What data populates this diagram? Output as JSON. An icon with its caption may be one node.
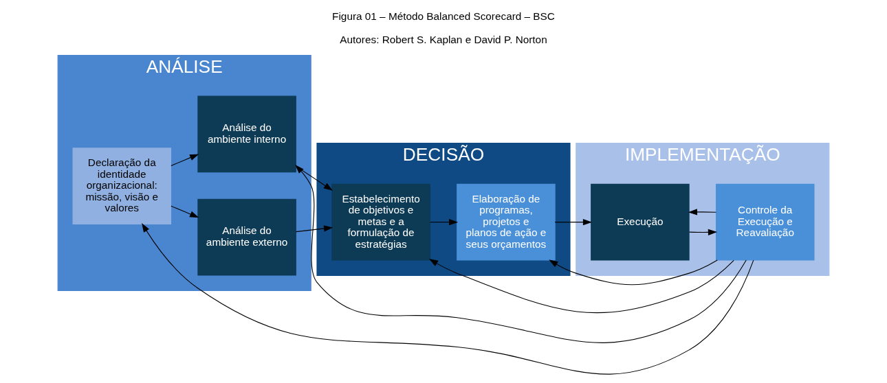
{
  "diagram": {
    "title": "Figura 01 – Método Balanced Scorecard – BSC",
    "caption": "Autores: Robert S. Kaplan e David P. Norton",
    "nodes": [
      {
        "text": [
          "ANÁLISE"
        ]
      },
      {
        "text": [
          "DECISÃO"
        ]
      },
      {
        "text": [
          "IMPLEMENTAÇÃO"
        ]
      },
      {
        "text": [
          "Declaração da identidade organizacional: missão, visão e valores"
        ],
        "in": 0
      },
      {
        "text": [
          "Análise do ambiente externo"
        ],
        "in": 0
      },
      {
        "text": [
          "Análise do ambiente interno"
        ],
        "in": 0
      },
      {
        "text": [
          "Estabelecimento de objetivos e metas e a formulação de estratégias"
        ],
        "in": 1
      },
      {
        "text": [
          "Elaboração de programas, projetos e planos de ação e seus orçamentos"
        ],
        "in": 1
      },
      {
        "text": [
          "Execução"
        ],
        "in": 2
      },
      {
        "text": [
          "Controle da Execução e Reavaliação"
        ],
        "in": 2
      }
    ],
    "edges": [
      {
        "from": 3,
        "to": 4,
        "arrow": "to"
      },
      {
        "from": 3,
        "to": 5,
        "arrow": "to"
      },
      {
        "from": 4,
        "to": 6,
        "arrow": "to"
      },
      {
        "from": 5,
        "to": 6,
        "arrow": "to"
      },
      {
        "from": 6,
        "to": 7,
        "arrow": "to"
      },
      {
        "from": 7,
        "to": 8,
        "arrow": "to"
      },
      {
        "from": 8,
        "to": 9,
        "arrow": "to"
      },
      {
        "from": 9,
        "to": 3,
        "arrow": "to"
      },
      {
        "from": 9,
        "to": 5,
        "arrow": "to"
      },
      {
        "from": 9,
        "to": 6,
        "arrow": "to"
      },
      {
        "from": 9,
        "to": 7,
        "arrow": "to"
      },
      {
        "from": 9,
        "to": 8,
        "arrow": "to"
      }
    ]
  }
}
